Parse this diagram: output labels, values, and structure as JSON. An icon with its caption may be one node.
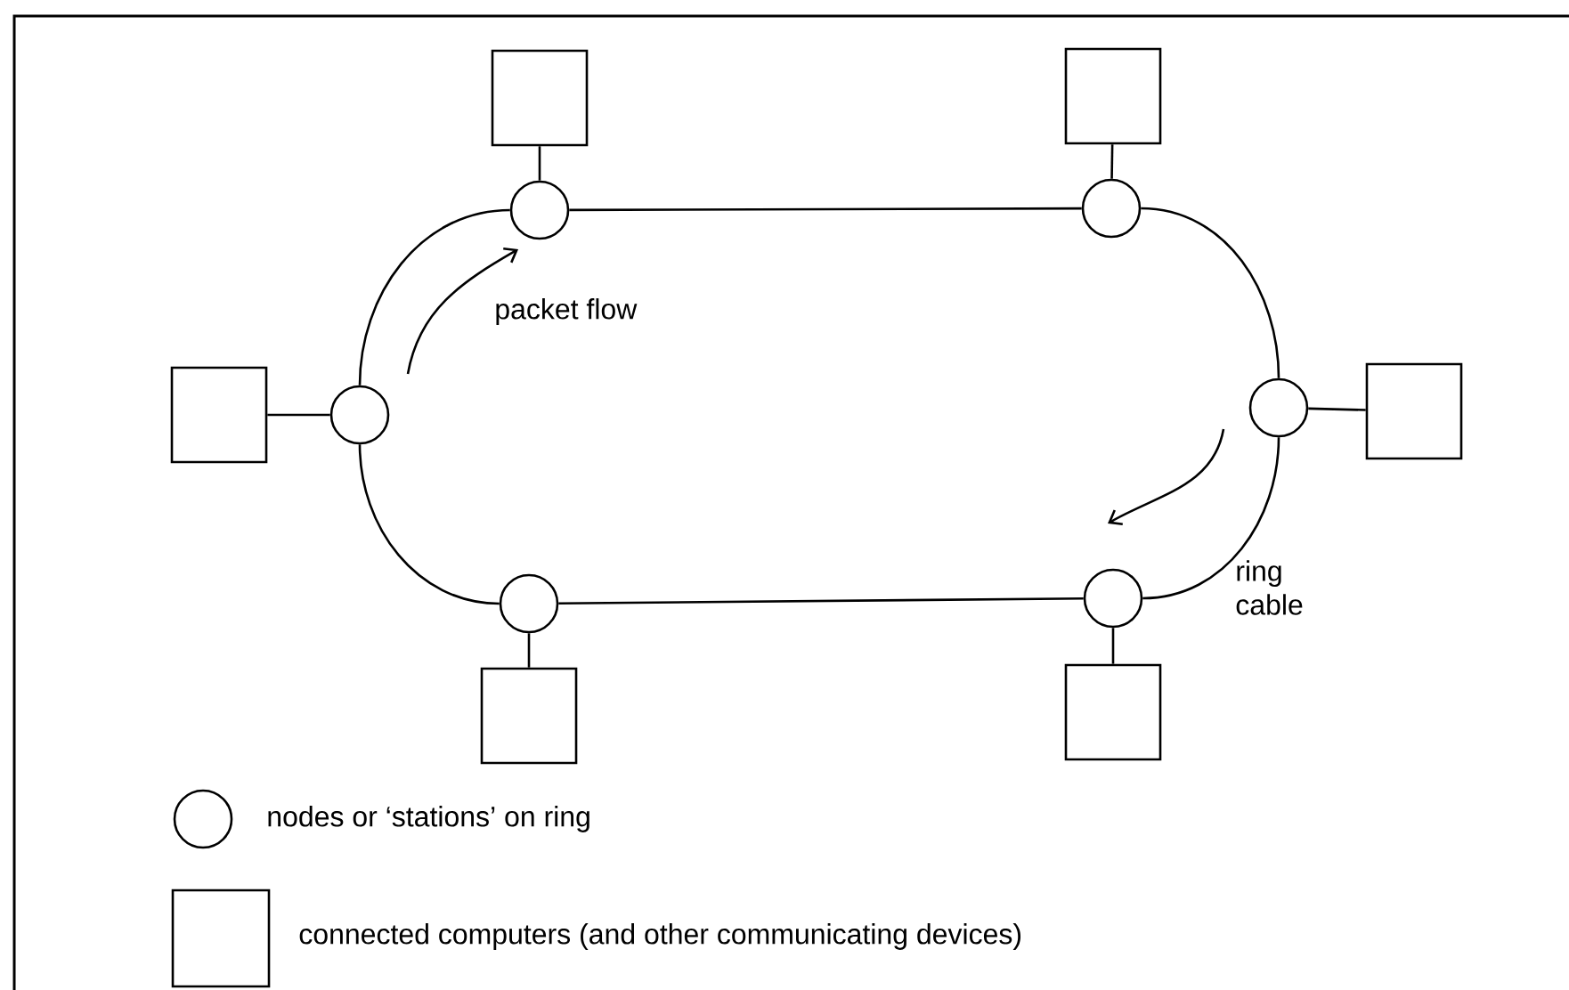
{
  "diagram": {
    "nodes": [
      {
        "text": [],
        "shape": "box"
      },
      {
        "text": [],
        "shape": "box"
      },
      {
        "text": [],
        "shape": "circle"
      },
      {
        "text": [],
        "shape": "circle"
      },
      {
        "text": [],
        "shape": "box"
      },
      {
        "text": [],
        "shape": "circle"
      },
      {
        "text": [],
        "shape": "circle"
      },
      {
        "text": [],
        "shape": "box"
      },
      {
        "text": [],
        "shape": "circle"
      },
      {
        "text": [],
        "shape": "circle"
      },
      {
        "text": [],
        "shape": "box"
      },
      {
        "text": [],
        "shape": "box"
      }
    ],
    "edges": [
      {
        "from": 0,
        "to": 2,
        "arrow": "none"
      },
      {
        "from": 1,
        "to": 3,
        "arrow": "none"
      },
      {
        "from": 4,
        "to": 5,
        "arrow": "none"
      },
      {
        "from": 6,
        "to": 7,
        "arrow": "none"
      },
      {
        "from": 8,
        "to": 10,
        "arrow": "none"
      },
      {
        "from": 9,
        "to": 11,
        "arrow": "none"
      },
      {
        "from": 2,
        "to": 3,
        "arrow": "none"
      },
      {
        "from": 3,
        "to": 6,
        "arrow": "none"
      },
      {
        "from": 6,
        "to": 9,
        "arrow": "none"
      },
      {
        "from": 9,
        "to": 8,
        "arrow": "none"
      },
      {
        "from": 8,
        "to": 5,
        "arrow": "none"
      },
      {
        "from": 5,
        "to": 2,
        "arrow": "none"
      }
    ],
    "labels": [
      "packet flow",
      "ring cable"
    ],
    "legend": [
      {
        "text": "nodes or ‘stations’ on ring"
      },
      {
        "text": "connected computers (and other communicating devices)"
      }
    ]
  }
}
